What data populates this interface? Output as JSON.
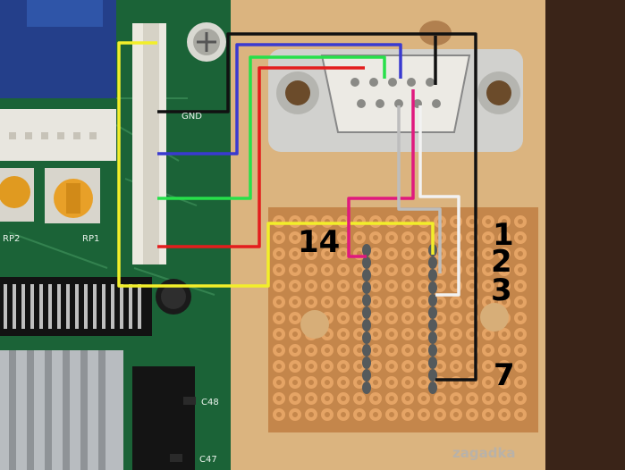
{
  "photo": {
    "description_colors": {
      "wood": "#d9b27a",
      "pcb_green": "#1f6b3c",
      "perfboard": "#c8884c",
      "connector_metal": "#c9c9c6",
      "wire_yellow": "#f2ee2a",
      "wire_blue": "#3a3ad0",
      "wire_green": "#27e04a",
      "wire_red": "#e31d1d",
      "wire_black": "#111111",
      "wire_pink": "#e0197e",
      "wire_white": "#f2f2f2",
      "wire_gray": "#bdbdbd"
    }
  },
  "pin_labels": {
    "p14": "14",
    "p1": "1",
    "p2": "2",
    "p3": "3",
    "p7": "7"
  },
  "silkscreen": {
    "gnd": "GND",
    "rp2": "RP2",
    "rp1": "RP1",
    "c48": "C48",
    "c47": "C47"
  },
  "watermark": "zagadka"
}
